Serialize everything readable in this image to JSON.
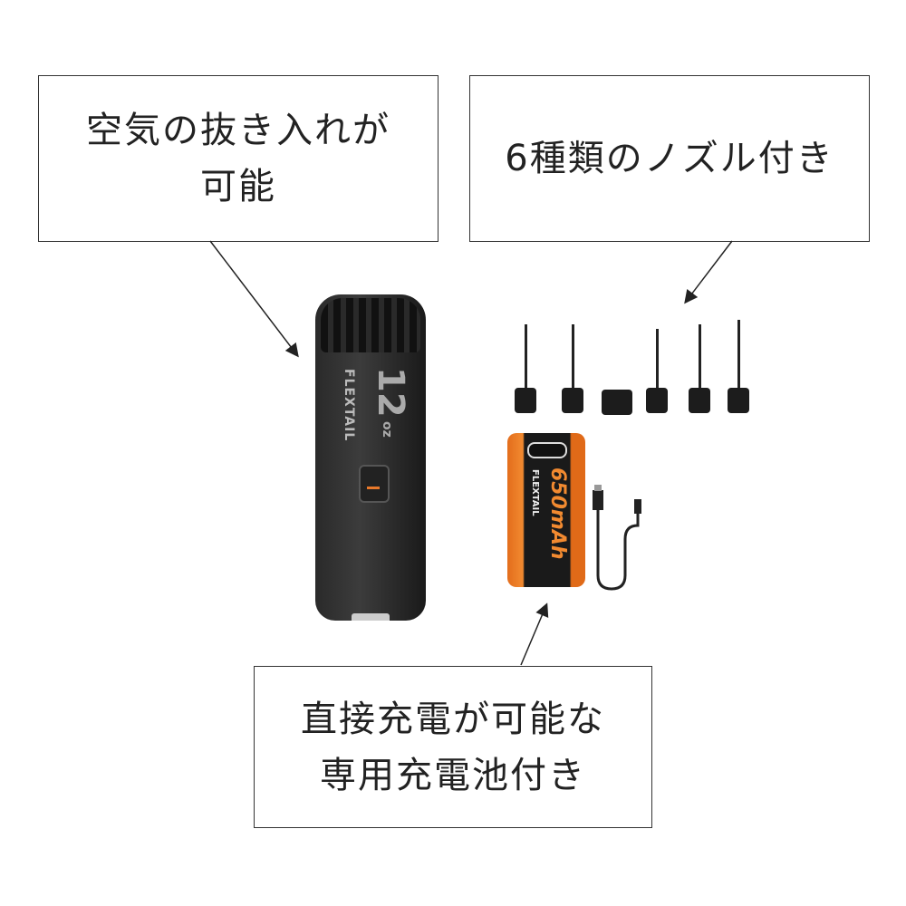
{
  "callouts": [
    {
      "lines": [
        "空気の抜き入れが",
        "可能"
      ]
    },
    {
      "lines": [
        "6種類のノズル付き"
      ]
    },
    {
      "lines": [
        "直接充電が可能な",
        "専用充電池付き"
      ]
    }
  ],
  "product": {
    "brand": "FLEXTAIL",
    "capacity": "12",
    "unit": "oz"
  },
  "battery": {
    "capacity": "650mAh",
    "brand": "FLEXTAIL"
  },
  "colors": {
    "accent": "#f28a30",
    "border": "#333333"
  }
}
